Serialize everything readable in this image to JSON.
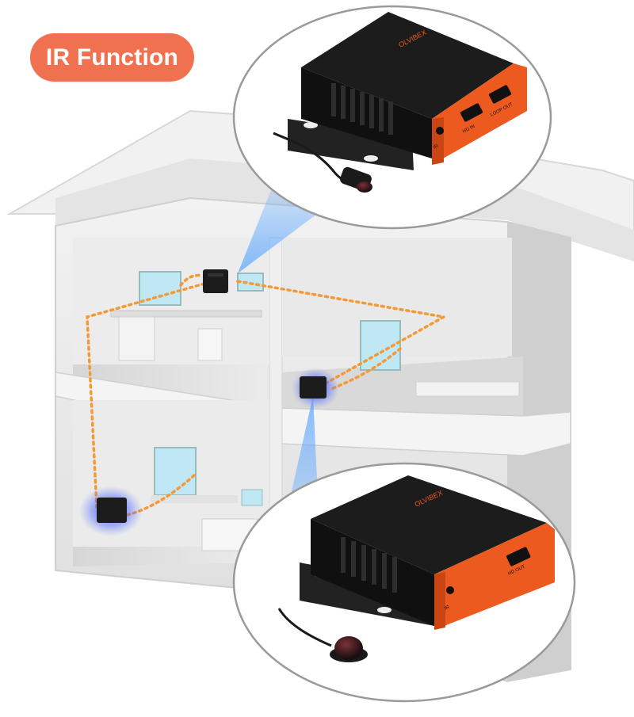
{
  "badge": {
    "label": "IR Function"
  },
  "colors": {
    "badge": "#f0714f",
    "device_body": "#1c1c1c",
    "device_accent": "#ec5a1f",
    "cable_path": "#f39a36",
    "ir_glow": "#3b55ff",
    "screen": "#bfe8f4",
    "house_wall": "#e7e7e7"
  },
  "icons": [
    "ir-receiver-icon",
    "hdmi-port-icon",
    "ir-port-icon"
  ],
  "transmitter": {
    "brand": "OLVIBEX",
    "port_labels": [
      "IR",
      "HD IN",
      "LOOP OUT"
    ]
  },
  "receiver": {
    "brand": "OLVIBEX",
    "port_labels": [
      "IR",
      "HD OUT"
    ]
  }
}
